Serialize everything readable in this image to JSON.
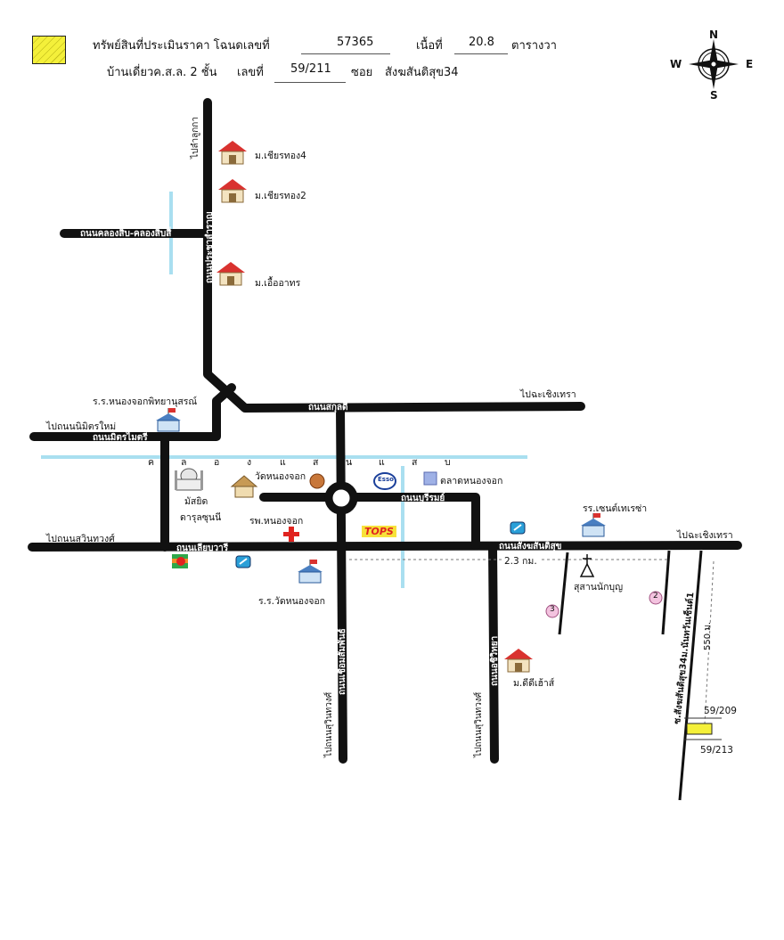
{
  "header": {
    "line1_prefix": "ทรัพย์สินที่ประเมินราคา โฉนดเลขที่",
    "deed_no": "57365",
    "area_label": "เนื้อที่",
    "area_value": "20.8",
    "area_unit": "ตารางวา",
    "building_type": "บ้านเดี่ยวค.ส.ล. 2 ชั้น",
    "house_no_label": "เลขที่",
    "house_no": "59/211",
    "soi_label": "ซอย",
    "soi_name": "สังฆสันติสุข34"
  },
  "compass": {
    "n": "N",
    "s": "S",
    "e": "E",
    "w": "W"
  },
  "roads": {
    "pracha_samran": "ถนนประชาสำราญ",
    "khlong_sam_wa": "ถนนคลองสิบ-คลองสิบสี่",
    "sukhaphiban": "ถนนสกุลดี",
    "mitr_maitri": "ถนนมิตรไมตรี",
    "liap_wari": "ถนนเลียบวารี",
    "buri_rom": "ถนนบุรีรมย์",
    "sangkhasantisuk": "ถนนสังฆสันติสุข",
    "chueam_samphan": "ถนนเชื่อมสัมพันธ์",
    "nong_chok_witthaya": "ถนนอชิวิทยา"
  },
  "directions": {
    "to_lamlukka": "ไปลำลูกกา",
    "to_chachoengsao_1": "ไปฉะเชิงเทรา",
    "to_nimit_mai": "ไปถนนนิมิตรใหม่",
    "to_suwinthawong": "ไปถนนสุวินทวงศ์",
    "to_chachoengsao_2": "ไปฉะเชิงเทรา",
    "to_suwinthawong_2": "ไปถนนสุวินทวงศ์",
    "to_suwinthawong_3": "ไปถนนสุวินทวงศ์"
  },
  "canal_letters": [
    "ค",
    "ล",
    "อ",
    "ง",
    "แ",
    "ส",
    "น",
    "แ",
    "ส",
    "บ"
  ],
  "places": {
    "village_1": "ม.เชียรทอง4",
    "village_2": "ม.เชียรทอง2",
    "village_3": "ม.เอื้ออาทร",
    "school_1": "ร.ร.หนองจอกพิทยานุสรณ์",
    "temple": "วัดหนองจอก",
    "mosque_1": "มัสยิด",
    "mosque_2": "ดารุลซุนนี",
    "hospital": "รพ.หนองจอก",
    "market": "ตลาดหนองจอก",
    "esso": "Esso",
    "tops": "TOPS",
    "school_2": "ร.ร.วัดหนองจอก",
    "school_3": "รร.เซนต์เทเรซ่า",
    "cemetery": "สุสานนักบุญ",
    "village_4": "ม.ดีดีเฮ้าส์",
    "soi_road": "ซ.สังฆสันติสุข34ม.นันทวันเซ็นต์1",
    "distance_1": "2.3 กม.",
    "distance_2": "550 ม.",
    "plot_1": "59/209",
    "plot_2": "59/213",
    "badge_3": "3",
    "badge_2": "2"
  },
  "colors": {
    "road": "#111111",
    "canal": "#a9dff0",
    "legend_fill": "#f4f03a",
    "badge": "#f3c3df"
  }
}
